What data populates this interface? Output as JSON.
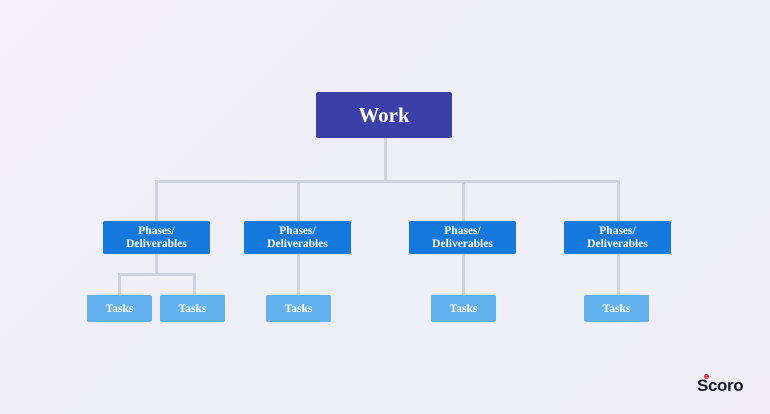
{
  "diagram": {
    "root": {
      "label": "Work"
    },
    "phases": [
      {
        "label": "Phases/\nDeliverables",
        "tasks": [
          "Tasks",
          "Tasks"
        ]
      },
      {
        "label": "Phases/\nDeliverables",
        "tasks": [
          "Tasks"
        ]
      },
      {
        "label": "Phases/\nDeliverables",
        "tasks": [
          "Tasks"
        ]
      },
      {
        "label": "Phases/\nDeliverables",
        "tasks": [
          "Tasks"
        ]
      }
    ]
  },
  "brand": {
    "logo_text": "Scoro",
    "accent_color": "#e8394a"
  },
  "colors": {
    "root": "#3a40a8",
    "phase": "#1478dd",
    "task": "#62b0ec",
    "connector": "#d0d3df"
  }
}
